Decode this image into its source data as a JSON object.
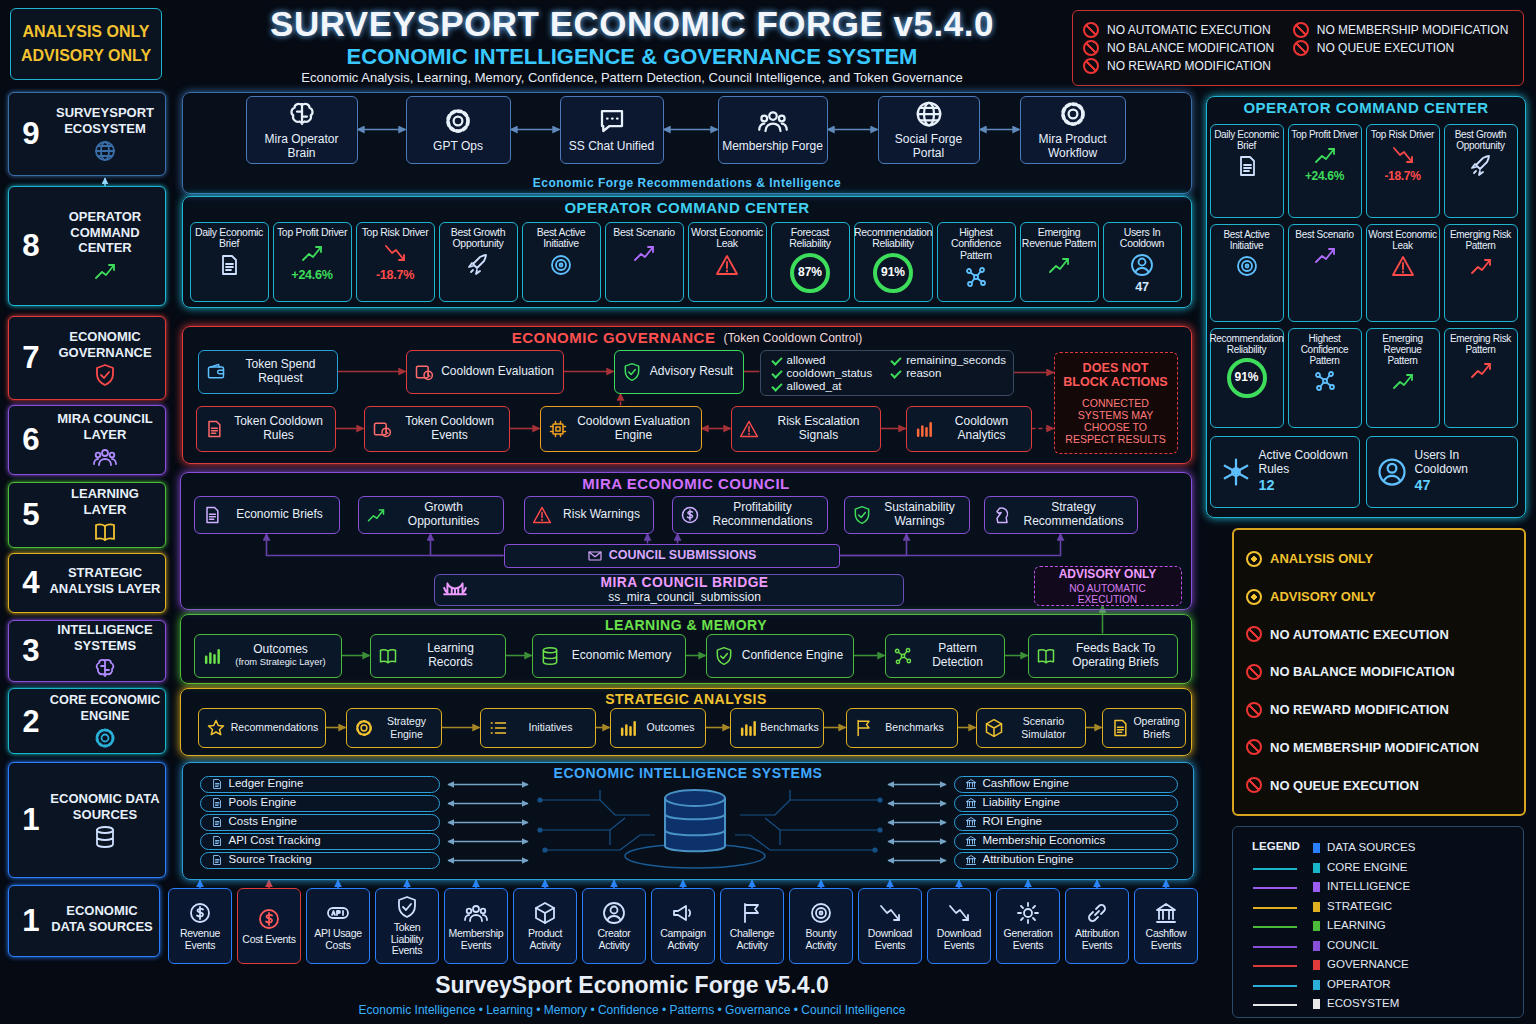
{
  "diagram": {
    "title": "SURVEYSPORT ECONOMIC FORGE v5.4.0",
    "caption": "SurveySport Economic Forge v5.4.0",
    "nodes": [
      {
        "text": [
          "ANALYSIS ONLY",
          "ADVISORY ONLY"
        ]
      },
      {
        "text": [
          "NO AUTOMATIC EXECUTION",
          "NO BALANCE MODIFICATION",
          "NO REWARD MODIFICATION",
          "NO MEMBERSHIP MODIFICATION",
          "NO QUEUE EXECUTION"
        ]
      },
      {
        "text": [
          "9",
          "SURVEYSPORT ECOSYSTEM"
        ]
      },
      {
        "text": [
          "8",
          "OPERATOR COMMAND CENTER"
        ]
      },
      {
        "text": [
          "7",
          "ECONOMIC GOVERNANCE"
        ]
      },
      {
        "text": [
          "6",
          "MIRA COUNCIL LAYER"
        ]
      },
      {
        "text": [
          "5",
          "LEARNING LAYER"
        ]
      },
      {
        "text": [
          "4",
          "STRATEGIC ANALYSIS LAYER"
        ]
      },
      {
        "text": [
          "3",
          "INTELLIGENCE SYSTEMS"
        ]
      },
      {
        "text": [
          "2",
          "CORE ECONOMIC ENGINE"
        ]
      },
      {
        "text": [
          "1",
          "ECONOMIC DATA SOURCES"
        ]
      },
      {
        "text": [
          "1",
          "ECONOMIC DATA SOURCES"
        ]
      },
      {
        "text": [
          "Economic Forge Recommendations & Intelligence"
        ]
      },
      {
        "text": [
          "Mira Operator Brain"
        ],
        "in": 12
      },
      {
        "text": [
          "GPT Ops"
        ],
        "in": 12
      },
      {
        "text": [
          "SS Chat Unified"
        ],
        "in": 12
      },
      {
        "text": [
          "Membership Forge"
        ],
        "in": 12
      },
      {
        "text": [
          "Social Forge Portal"
        ],
        "in": 12
      },
      {
        "text": [
          "Mira Product Workflow"
        ],
        "in": 12
      },
      {
        "text": [
          "OPERATOR COMMAND CENTER"
        ]
      },
      {
        "text": [
          "Daily Economic Brief"
        ],
        "in": 19
      },
      {
        "text": [
          "Top Profit Driver",
          "+24.6%"
        ],
        "in": 19
      },
      {
        "text": [
          "Top Risk Driver",
          "-18.7%"
        ],
        "in": 19
      },
      {
        "text": [
          "Best Growth Opportunity"
        ],
        "in": 19
      },
      {
        "text": [
          "Best Active Initiative"
        ],
        "in": 19
      },
      {
        "text": [
          "Best Scenario"
        ],
        "in": 19
      },
      {
        "text": [
          "Worst Economic Leak"
        ],
        "in": 19
      },
      {
        "text": [
          "Forecast Reliability",
          "87%"
        ],
        "in": 19
      },
      {
        "text": [
          "Recommendation Reliability",
          "91%"
        ],
        "in": 19
      },
      {
        "text": [
          "Highest Confidence Pattern"
        ],
        "in": 19
      },
      {
        "text": [
          "Emerging Revenue Pattern"
        ],
        "in": 19
      },
      {
        "text": [
          "Users In Cooldown",
          "47"
        ],
        "in": 19
      },
      {
        "text": [
          "ECONOMIC GOVERNANCE",
          "(Token Cooldown Control)"
        ]
      },
      {
        "text": [
          "Token Spend Request"
        ],
        "in": 32
      },
      {
        "text": [
          "Cooldown Evaluation"
        ],
        "in": 32
      },
      {
        "text": [
          "Advisory Result"
        ],
        "in": 32
      },
      {
        "text": [
          "allowed",
          "cooldown_status",
          "allowed_at",
          "remaining_seconds",
          "reason"
        ],
        "in": 32
      },
      {
        "text": [
          "DOES NOT BLOCK ACTIONS",
          "CONNECTED SYSTEMS MAY CHOOSE TO RESPECT RESULTS"
        ],
        "in": 32
      },
      {
        "text": [
          "Token Cooldown Rules"
        ],
        "in": 32
      },
      {
        "text": [
          "Token Cooldown Events"
        ],
        "in": 32
      },
      {
        "text": [
          "Cooldown Evaluation Engine"
        ],
        "in": 32
      },
      {
        "text": [
          "Risk Escalation Signals"
        ],
        "in": 32
      },
      {
        "text": [
          "Cooldown Analytics"
        ],
        "in": 32
      },
      {
        "text": [
          "MIRA ECONOMIC COUNCIL"
        ]
      },
      {
        "text": [
          "Economic Briefs"
        ],
        "in": 43
      },
      {
        "text": [
          "Growth Opportunities"
        ],
        "in": 43
      },
      {
        "text": [
          "Risk Warnings"
        ],
        "in": 43
      },
      {
        "text": [
          "Profitability Recommendations"
        ],
        "in": 43
      },
      {
        "text": [
          "Sustainability Warnings"
        ],
        "in": 43
      },
      {
        "text": [
          "Strategy Recommendations"
        ],
        "in": 43
      },
      {
        "text": [
          "COUNCIL SUBMISSIONS"
        ],
        "in": 43
      },
      {
        "text": [
          "MIRA COUNCIL BRIDGE",
          "ss_mira_council_submission"
        ],
        "in": 43
      },
      {
        "text": [
          "ADVISORY ONLY",
          "NO AUTOMATIC EXECUTION"
        ],
        "in": 43
      },
      {
        "text": [
          "LEARNING & MEMORY"
        ]
      },
      {
        "text": [
          "Outcomes",
          "(from Strategic Layer)"
        ],
        "in": 53
      },
      {
        "text": [
          "Learning Records"
        ],
        "in": 53
      },
      {
        "text": [
          "Economic Memory"
        ],
        "in": 53
      },
      {
        "text": [
          "Confidence Engine"
        ],
        "in": 53
      },
      {
        "text": [
          "Pattern Detection"
        ],
        "in": 53
      },
      {
        "text": [
          "Feeds Back To Operating Briefs"
        ],
        "in": 53
      },
      {
        "text": [
          "STRATEGIC ANALYSIS"
        ]
      },
      {
        "text": [
          "Recommendations"
        ],
        "in": 60
      },
      {
        "text": [
          "Strategy Engine"
        ],
        "in": 60
      },
      {
        "text": [
          "Initiatives"
        ],
        "in": 60
      },
      {
        "text": [
          "Outcomes"
        ],
        "in": 60
      },
      {
        "text": [
          "Benchmarks"
        ],
        "in": 60
      },
      {
        "text": [
          "Benchmarks"
        ],
        "in": 60
      },
      {
        "text": [
          "Scenario Simulator"
        ],
        "in": 60
      },
      {
        "text": [
          "Operating Briefs"
        ],
        "in": 60
      },
      {
        "text": [
          "ECONOMIC INTELLIGENCE SYSTEMS"
        ]
      },
      {
        "text": [
          "Ledger Engine"
        ],
        "in": 69
      },
      {
        "text": [
          "Pools Engine"
        ],
        "in": 69
      },
      {
        "text": [
          "Costs Engine"
        ],
        "in": 69
      },
      {
        "text": [
          "API Cost Tracking"
        ],
        "in": 69
      },
      {
        "text": [
          "Source Tracking"
        ],
        "in": 69
      },
      {
        "text": [
          "Cashflow Engine"
        ],
        "in": 69
      },
      {
        "text": [
          "Liability Engine"
        ],
        "in": 69
      },
      {
        "text": [
          "ROI Engine"
        ],
        "in": 69
      },
      {
        "text": [
          "Membership Economics"
        ],
        "in": 69
      },
      {
        "text": [
          "Attribution Engine"
        ],
        "in": 69
      },
      {
        "text": [
          "Revenue Events"
        ]
      },
      {
        "text": [
          "Cost Events"
        ]
      },
      {
        "text": [
          "API Usage Costs"
        ]
      },
      {
        "text": [
          "Token Liability Events"
        ]
      },
      {
        "text": [
          "Membership Events"
        ]
      },
      {
        "text": [
          "Product Activity"
        ]
      },
      {
        "text": [
          "Creator Activity"
        ]
      },
      {
        "text": [
          "Campaign Activity"
        ]
      },
      {
        "text": [
          "Challenge Activity"
        ]
      },
      {
        "text": [
          "Bounty Activity"
        ]
      },
      {
        "text": [
          "Download Events"
        ]
      },
      {
        "text": [
          "Download Events"
        ]
      },
      {
        "text": [
          "Generation Events"
        ]
      },
      {
        "text": [
          "Attribution Events"
        ]
      },
      {
        "text": [
          "Cashflow Events"
        ]
      },
      {
        "text": [
          "OPERATOR COMMAND CENTER"
        ]
      },
      {
        "text": [
          "Daily Economic Brief"
        ],
        "in": 95
      },
      {
        "text": [
          "Top Profit Driver",
          "+24.6%"
        ],
        "in": 95
      },
      {
        "text": [
          "Top Risk Driver",
          "-18.7%"
        ],
        "in": 95
      },
      {
        "text": [
          "Best Growth Opportunity"
        ],
        "in": 95
      },
      {
        "text": [
          "Best Active Initiative"
        ],
        "in": 95
      },
      {
        "text": [
          "Best Scenario"
        ],
        "in": 95
      },
      {
        "text": [
          "Worst Economic Leak"
        ],
        "in": 95
      },
      {
        "text": [
          "Emerging Risk Pattern"
        ],
        "in": 95
      },
      {
        "text": [
          "Recommendation Reliability",
          "91%"
        ],
        "in": 95
      },
      {
        "text": [
          "Highest Confidence Pattern"
        ],
        "in": 95
      },
      {
        "text": [
          "Emerging Revenue Pattern"
        ],
        "in": 95
      },
      {
        "text": [
          "Emerging Risk Pattern"
        ],
        "in": 95
      },
      {
        "text": [
          "Active Cooldown Rules",
          "12"
        ],
        "in": 95
      },
      {
        "text": [
          "Users In Cooldown",
          "47"
        ],
        "in": 95
      },
      {
        "text": [
          "ANALYSIS ONLY",
          "ADVISORY ONLY",
          "NO AUTOMATIC EXECUTION",
          "NO BALANCE MODIFICATION",
          "NO REWARD MODIFICATION",
          "NO MEMBERSHIP MODIFICATION",
          "NO QUEUE EXECUTION"
        ]
      }
    ],
    "edges": [
      {
        "from": 13,
        "to": 14,
        "arrow": "both"
      },
      {
        "from": 14,
        "to": 15,
        "arrow": "both"
      },
      {
        "from": 15,
        "to": 16,
        "arrow": "both"
      },
      {
        "from": 16,
        "to": 17,
        "arrow": "both"
      },
      {
        "from": 17,
        "to": 18,
        "arrow": "both"
      },
      {
        "from": 33,
        "to": 34,
        "arrow": "to"
      },
      {
        "from": 34,
        "to": 35,
        "arrow": "to"
      },
      {
        "from": 35,
        "to": 36,
        "arrow": "none"
      },
      {
        "from": 36,
        "to": 37,
        "arrow": "to"
      },
      {
        "from": 38,
        "to": 39,
        "arrow": "to"
      },
      {
        "from": 39,
        "to": 40,
        "arrow": "to"
      },
      {
        "from": 40,
        "to": 41,
        "arrow": "both"
      },
      {
        "from": 41,
        "to": 42,
        "arrow": "to"
      },
      {
        "from": 42,
        "to": 37,
        "arrow": "to"
      },
      {
        "from": 40,
        "to": 35,
        "arrow": "to"
      },
      {
        "from": 50,
        "to": 44,
        "arrow": "to"
      },
      {
        "from": 50,
        "to": 45,
        "arrow": "to"
      },
      {
        "from": 50,
        "to": 46,
        "arrow": "to"
      },
      {
        "from": 50,
        "to": 47,
        "arrow": "to"
      },
      {
        "from": 50,
        "to": 48,
        "arrow": "to"
      },
      {
        "from": 50,
        "to": 49,
        "arrow": "to"
      },
      {
        "from": 54,
        "to": 55,
        "arrow": "to"
      },
      {
        "from": 55,
        "to": 56,
        "arrow": "to"
      },
      {
        "from": 56,
        "to": 57,
        "arrow": "to"
      },
      {
        "from": 57,
        "to": 58,
        "arrow": "to"
      },
      {
        "from": 58,
        "to": 59,
        "arrow": "to"
      },
      {
        "from": 59,
        "to": 52,
        "arrow": "to"
      },
      {
        "from": 61,
        "to": 62,
        "arrow": "to"
      },
      {
        "from": 62,
        "to": 63,
        "arrow": "to"
      },
      {
        "from": 63,
        "to": 64,
        "arrow": "to"
      },
      {
        "from": 64,
        "to": 65,
        "arrow": "to"
      },
      {
        "from": 65,
        "to": 66,
        "arrow": "to"
      },
      {
        "from": 66,
        "to": 67,
        "arrow": "to"
      },
      {
        "from": 67,
        "to": 68,
        "arrow": "to"
      },
      {
        "from": 80,
        "to": 69,
        "arrow": "to"
      },
      {
        "from": 81,
        "to": 69,
        "arrow": "to"
      },
      {
        "from": 82,
        "to": 69,
        "arrow": "to"
      },
      {
        "from": 83,
        "to": 69,
        "arrow": "to"
      },
      {
        "from": 84,
        "to": 69,
        "arrow": "to"
      },
      {
        "from": 85,
        "to": 69,
        "arrow": "to"
      },
      {
        "from": 86,
        "to": 69,
        "arrow": "to"
      },
      {
        "from": 87,
        "to": 69,
        "arrow": "to"
      },
      {
        "from": 88,
        "to": 69,
        "arrow": "to"
      },
      {
        "from": 89,
        "to": 69,
        "arrow": "to"
      },
      {
        "from": 90,
        "to": 69,
        "arrow": "to"
      },
      {
        "from": 91,
        "to": 69,
        "arrow": "to"
      },
      {
        "from": 92,
        "to": 69,
        "arrow": "to"
      },
      {
        "from": 93,
        "to": 69,
        "arrow": "to"
      },
      {
        "from": 94,
        "to": 69,
        "arrow": "to"
      }
    ],
    "labels": [
      "ECONOMIC INTELLIGENCE & GOVERNANCE SYSTEM",
      "Economic Analysis, Learning, Memory, Confidence, Pattern Detection, Council Intelligence, and Token Governance",
      "Economic Intelligence • Learning • Memory • Confidence • Patterns • Governance • Council Intelligence",
      "LEGEND"
    ],
    "legend": [
      {
        "text": "DATA SOURCES",
        "color": "#2a7fff"
      },
      {
        "text": "CORE ENGINE",
        "color": "#19b5c8"
      },
      {
        "text": "INTELLIGENCE",
        "color": "#9b5cf0"
      },
      {
        "text": "STRATEGIC",
        "color": "#e0b020"
      },
      {
        "text": "LEARNING",
        "color": "#4cbb3a"
      },
      {
        "text": "COUNCIL",
        "color": "#8a4fd8"
      },
      {
        "text": "GOVERNANCE",
        "color": "#e03a3a"
      },
      {
        "text": "OPERATOR",
        "color": "#2ab0d8"
      },
      {
        "text": "ECOSYSTEM",
        "color": "#e8e8e8"
      }
    ]
  }
}
